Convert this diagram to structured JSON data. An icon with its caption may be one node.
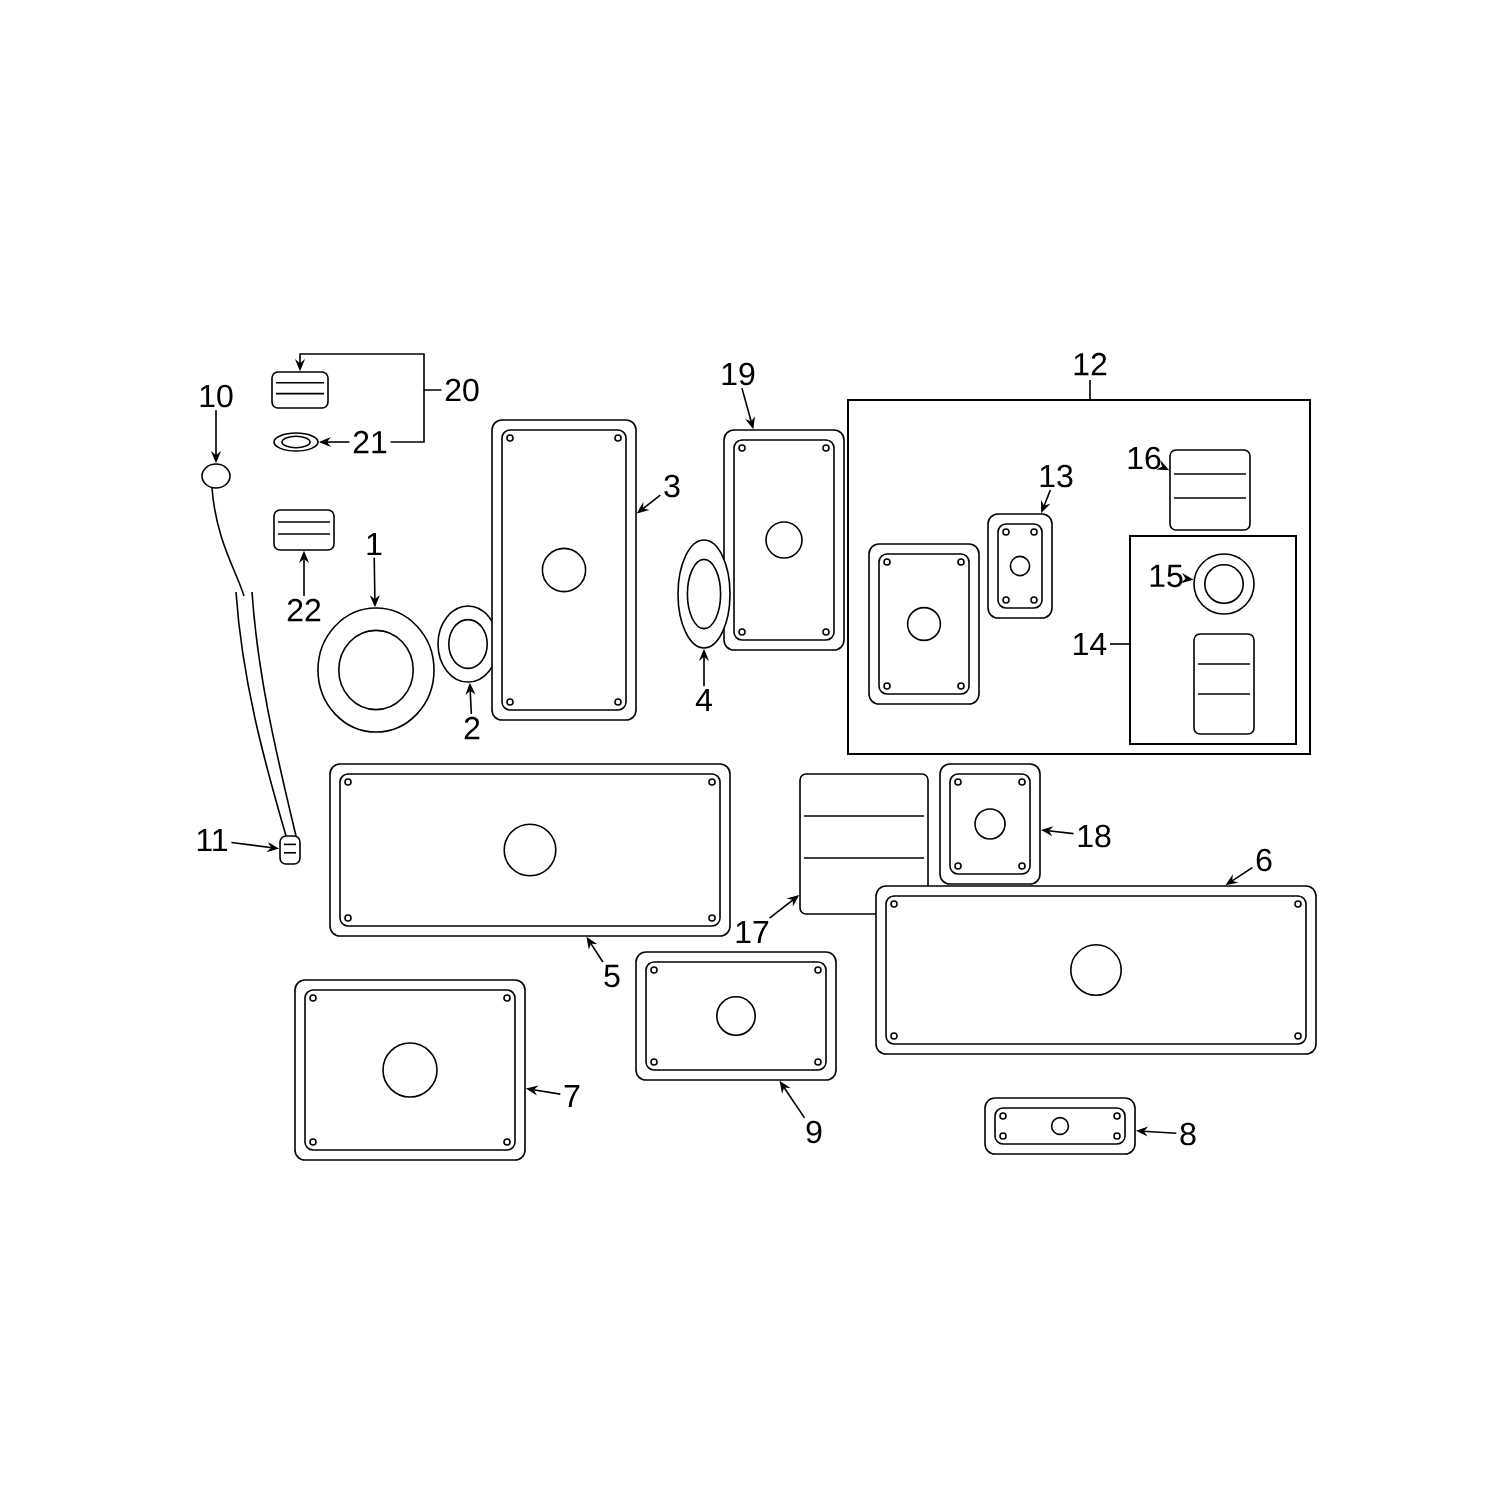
{
  "diagram": {
    "nodes": [
      {
        "text": [
          "10"
        ]
      },
      {
        "text": [],
        "shape": "picture"
      },
      {
        "text": [
          "20"
        ]
      },
      {
        "text": [],
        "shape": "picture"
      },
      {
        "text": [
          "21"
        ]
      },
      {
        "text": [],
        "shape": "picture"
      },
      {
        "text": [
          "22"
        ]
      },
      {
        "text": [],
        "shape": "picture"
      },
      {
        "text": [
          "1"
        ]
      },
      {
        "text": [],
        "shape": "picture"
      },
      {
        "text": [
          "2"
        ]
      },
      {
        "text": [],
        "shape": "picture"
      },
      {
        "text": [
          "3"
        ]
      },
      {
        "text": [],
        "shape": "picture"
      },
      {
        "text": [
          "19"
        ]
      },
      {
        "text": [],
        "shape": "picture"
      },
      {
        "text": [
          "4"
        ]
      },
      {
        "text": [],
        "shape": "picture"
      },
      {
        "text": [
          "12"
        ]
      },
      {
        "text": [
          "13"
        ],
        "in": 18
      },
      {
        "text": [],
        "shape": "picture",
        "in": 18
      },
      {
        "text": [
          "16"
        ],
        "in": 18
      },
      {
        "text": [],
        "shape": "picture",
        "in": 18
      },
      {
        "text": [],
        "shape": "picture",
        "in": 18
      },
      {
        "text": [
          "14"
        ],
        "in": 18
      },
      {
        "text": [
          "15"
        ],
        "in": 24
      },
      {
        "text": [],
        "shape": "picture",
        "in": 24
      },
      {
        "text": [],
        "shape": "picture",
        "in": 24
      },
      {
        "text": [
          "11"
        ]
      },
      {
        "text": [],
        "shape": "picture"
      },
      {
        "text": [
          "5"
        ]
      },
      {
        "text": [],
        "shape": "picture"
      },
      {
        "text": [
          "17"
        ]
      },
      {
        "text": [],
        "shape": "picture"
      },
      {
        "text": [
          "18"
        ]
      },
      {
        "text": [],
        "shape": "picture"
      },
      {
        "text": [
          "6"
        ]
      },
      {
        "text": [],
        "shape": "picture"
      },
      {
        "text": [
          "7"
        ]
      },
      {
        "text": [],
        "shape": "picture"
      },
      {
        "text": [
          "9"
        ]
      },
      {
        "text": [],
        "shape": "picture"
      },
      {
        "text": [
          "8"
        ]
      },
      {
        "text": [],
        "shape": "picture"
      }
    ],
    "edges": [
      {
        "from": 0,
        "to": 1,
        "arrow": "to"
      },
      {
        "from": 2,
        "to": 3,
        "arrow": "to"
      },
      {
        "from": 4,
        "to": 5,
        "arrow": "to"
      },
      {
        "from": 2,
        "to": 4,
        "arrow": "none"
      },
      {
        "from": 6,
        "to": 7,
        "arrow": "to"
      },
      {
        "from": 8,
        "to": 9,
        "arrow": "to"
      },
      {
        "from": 10,
        "to": 11,
        "arrow": "to"
      },
      {
        "from": 12,
        "to": 13,
        "arrow": "to"
      },
      {
        "from": 14,
        "to": 15,
        "arrow": "to"
      },
      {
        "from": 16,
        "to": 17,
        "arrow": "to"
      },
      {
        "from": 19,
        "to": 20,
        "arrow": "to"
      },
      {
        "from": 21,
        "to": 22,
        "arrow": "to"
      },
      {
        "from": 25,
        "to": 26,
        "arrow": "to"
      },
      {
        "from": 28,
        "to": 29,
        "arrow": "to"
      },
      {
        "from": 30,
        "to": 31,
        "arrow": "to"
      },
      {
        "from": 32,
        "to": 33,
        "arrow": "to"
      },
      {
        "from": 34,
        "to": 35,
        "arrow": "to"
      },
      {
        "from": 36,
        "to": 37,
        "arrow": "to"
      },
      {
        "from": 38,
        "to": 39,
        "arrow": "to"
      },
      {
        "from": 40,
        "to": 41,
        "arrow": "to"
      },
      {
        "from": 42,
        "to": 43,
        "arrow": "to"
      }
    ]
  }
}
